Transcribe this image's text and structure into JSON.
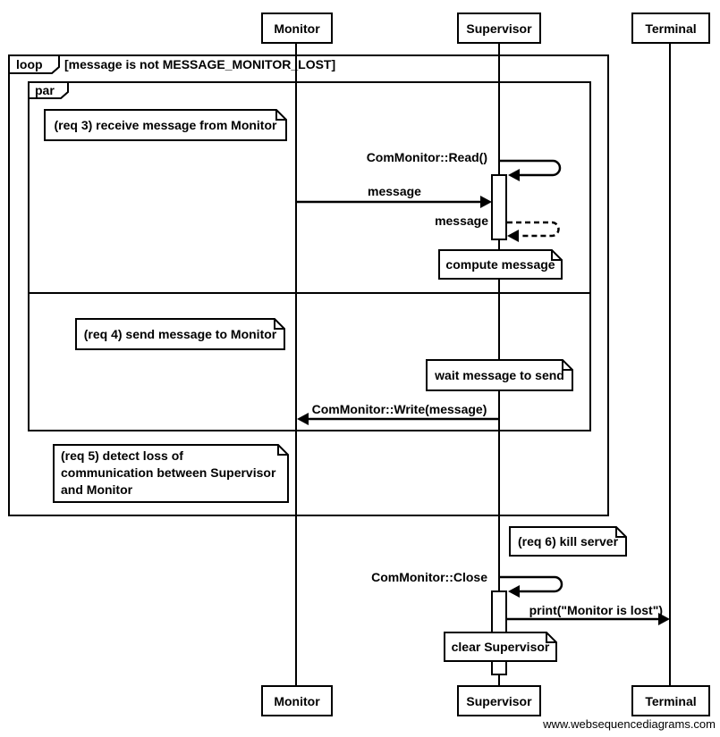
{
  "watermark": "www.websequencediagrams.com",
  "colors": {
    "line": "#000000",
    "background": "#ffffff",
    "shape_fill": "#ffffff"
  },
  "participants": [
    {
      "label": "Monitor"
    },
    {
      "label": "Supervisor"
    },
    {
      "label": "Terminal"
    }
  ],
  "fragments": {
    "loop": {
      "operator": "loop",
      "guard": "[message is not MESSAGE_MONITOR_LOST]"
    },
    "par": {
      "operator": "par"
    }
  },
  "notes": {
    "req3": "(req 3) receive message from Monitor",
    "compute": "compute message",
    "req4": "(req 4) send message to Monitor",
    "wait": "wait message to send",
    "req5": "(req 5) detect loss of\ncommunication between Supervisor\nand Monitor",
    "req6": "(req 6) kill server",
    "clear": "clear Supervisor"
  },
  "messages": {
    "read": "ComMonitor::Read()",
    "message_in": "message",
    "message_return": "message",
    "write": "ComMonitor::Write(message)",
    "close": "ComMonitor::Close",
    "print": "print(\"Monitor is lost\")"
  }
}
